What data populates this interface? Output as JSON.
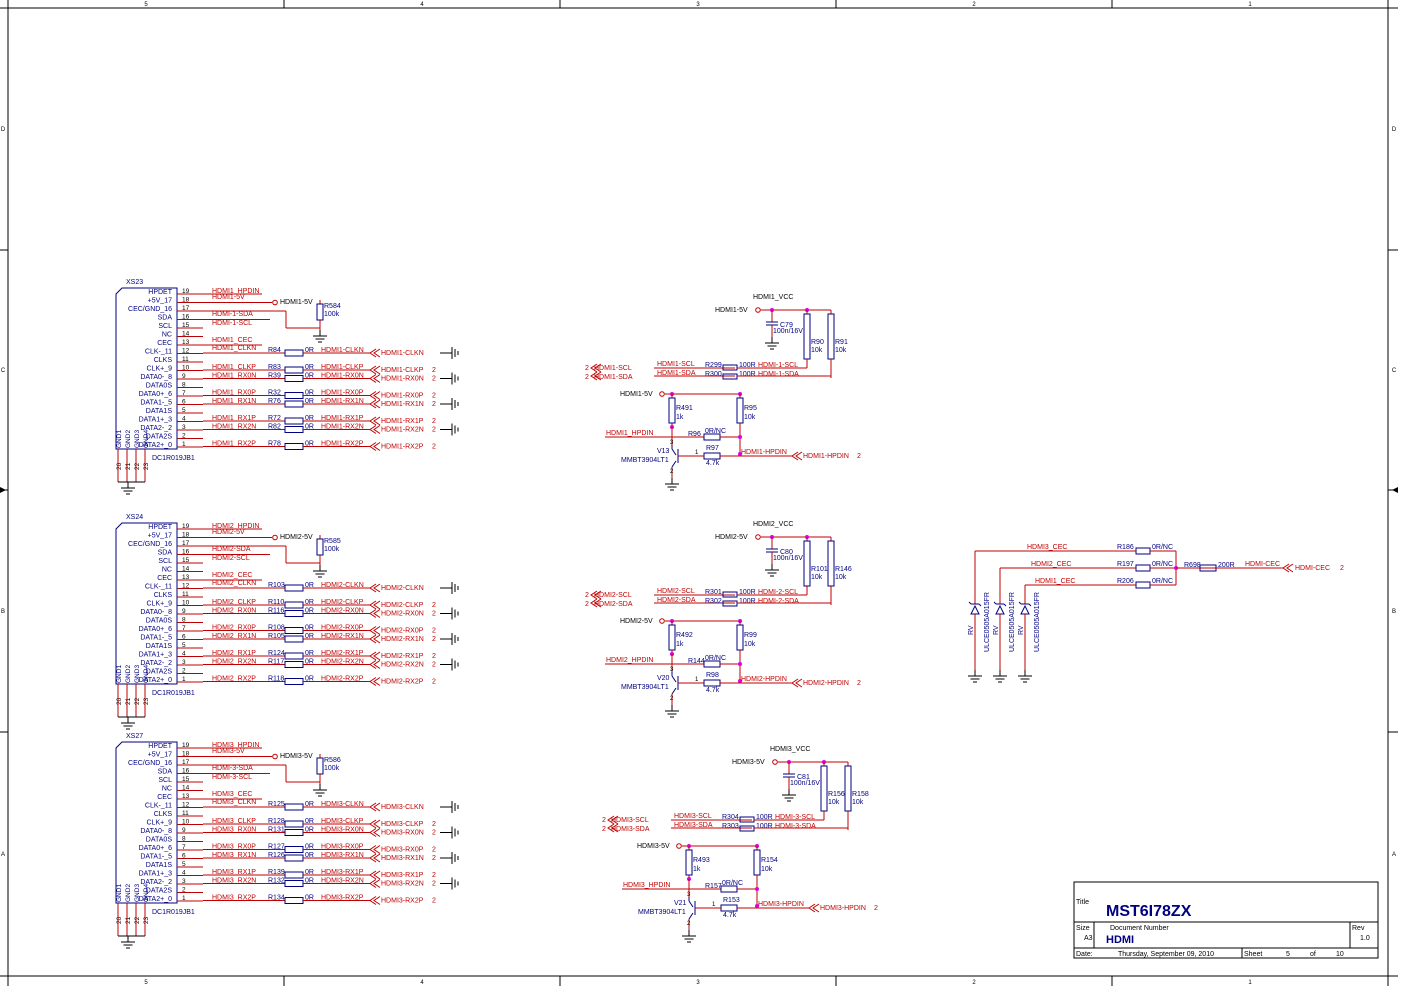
{
  "frame": {
    "col_numbers": [
      "5",
      "4",
      "3",
      "2",
      "1"
    ],
    "row_letters": [
      "D",
      "C",
      "B",
      "A"
    ]
  },
  "title_block": {
    "title_label": "Title",
    "title": "MST6I78ZX",
    "size_label": "Size",
    "size": "A3",
    "docnum_label": "Document Number",
    "docnum": "HDMI",
    "rev_label": "Rev",
    "rev": "1.0",
    "date_label": "Date:",
    "date": "Thursday, September 09, 2010",
    "sheet_label": "Sheet",
    "sheet": "5",
    "of_label": "of",
    "sheets": "10"
  },
  "pin_numbers": [
    "19",
    "18",
    "17",
    "16",
    "15",
    "14",
    "13",
    "12",
    "11",
    "10",
    "9",
    "8",
    "7",
    "6",
    "5",
    "4",
    "3",
    "2",
    "1"
  ],
  "pin_names": [
    "HPDET",
    "+5V_17",
    "CEC/GND_16",
    "SDA",
    "SCL",
    "NC",
    "CEC",
    "CLK-_11",
    "CLKS",
    "CLK+_9",
    "DATA0-_8",
    "DATA0S",
    "DATA0+_6",
    "DATA1-_5",
    "DATA1S",
    "DATA1+_3",
    "DATA2-_2",
    "DATA2S",
    "DATA2+_0"
  ],
  "gnd_pin_numbers": [
    "20",
    "21",
    "22",
    "23"
  ],
  "gnd_pin_names": [
    "GND1",
    "GND2",
    "GND3",
    "GND4"
  ],
  "part_number": "DC1R019JB1",
  "blocks": [
    {
      "ref": "XS23",
      "hpd": "HDMI1_HPDIN",
      "v5": "HDMI1-5V",
      "sda": "HDMI-1-SDA",
      "scl": "HDMI-1-SCL",
      "cec": "HDMI1_CEC",
      "clk": "HDMI1_CLKN",
      "pull_ref": "R584",
      "pull_val": "100k",
      "zero": "0R",
      "nets": [
        "HDMI1_CLKP",
        "HDMI1_RX0N",
        "HDMI1_RX0P",
        "HDMI1_RX1N",
        "HDMI1_RX1P",
        "HDMI1_RX2N",
        "HDMI1_RX2P"
      ],
      "sres": [
        "R84",
        "R83",
        "R39",
        "R32",
        "R76",
        "R72",
        "R82",
        "R78"
      ],
      "rnets": [
        "HDMI1-CLKN",
        "HDMI1-CLKP",
        "HDMI1-RX0N",
        "HDMI1-RX0P",
        "HDMI1-RX1N",
        "HDMI1-RX1P",
        "HDMI1-RX2N",
        "HDMI1-RX2P"
      ],
      "outs": [
        "HDMI1-CLKN",
        "HDMI1-CLKP",
        "HDMI1-RX0N",
        "HDMI1-RX0P",
        "HDMI1-RX1N",
        "HDMI1-RX1P",
        "HDMI1-RX2N",
        "HDMI1-RX2P"
      ],
      "page2": "2"
    },
    {
      "ref": "XS24",
      "hpd": "HDMI2_HPDIN",
      "v5": "HDMI2-5V",
      "sda": "HDMI2-SDA",
      "scl": "HDMI2-SCL",
      "cec": "HDMI2_CEC",
      "clk": "HDMI2_CLKN",
      "pull_ref": "R585",
      "pull_val": "100k",
      "zero": "0R",
      "nets": [
        "HDMI2_CLKP",
        "HDMI2_RX0N",
        "HDMI2_RX0P",
        "HDMI2_RX1N",
        "HDMI2_RX1P",
        "HDMI2_RX2N",
        "HDMI2_RX2P"
      ],
      "sres": [
        "R103",
        "R110",
        "R116",
        "R108",
        "R105",
        "R124",
        "R117",
        "R118"
      ],
      "rnets": [
        "HDMI2-CLKN",
        "HDMI2-CLKP",
        "HDMI2-RX0N",
        "HDMI2-RX0P",
        "HDMI2-RX1N",
        "HDMI2-RX1P",
        "HDMI2-RX2N",
        "HDMI2-RX2P"
      ],
      "outs": [
        "HDMI2-CLKN",
        "HDMI2-CLKP",
        "HDMI2-RX0N",
        "HDMI2-RX0P",
        "HDMI2-RX1N",
        "HDMI2-RX1P",
        "HDMI2-RX2N",
        "HDMI2-RX2P"
      ],
      "page2": "2"
    },
    {
      "ref": "XS27",
      "hpd": "HDMI3_HPDIN",
      "v5": "HDMI3-5V",
      "sda": "HDMI-3-SDA",
      "scl": "HDMI-3-SCL",
      "cec": "HDMI3_CEC",
      "clk": "HDMI3_CLKN",
      "pull_ref": "R586",
      "pull_val": "100k",
      "zero": "0R",
      "nets": [
        "HDMI3_CLKP",
        "HDMI3_RX0N",
        "HDMI3_RX0P",
        "HDMI3_RX1N",
        "HDMI3_RX1P",
        "HDMI3_RX2N",
        "HDMI3_RX2P"
      ],
      "sres": [
        "R125",
        "R128",
        "R131",
        "R127",
        "R126",
        "R139",
        "R132",
        "R134"
      ],
      "rnets": [
        "HDMI3-CLKN",
        "HDMI3-CLKP",
        "HDMI3-RX0N",
        "HDMI3-RX0P",
        "HDMI3-RX1N",
        "HDMI3-RX1P",
        "HDMI3-RX2N",
        "HDMI3-RX2P"
      ],
      "outs": [
        "HDMI3-CLKN",
        "HDMI3-CLKP",
        "HDMI3-RX0N",
        "HDMI3-RX0P",
        "HDMI3-RX1N",
        "HDMI3-RX1P",
        "HDMI3-RX2N",
        "HDMI3-RX2P"
      ],
      "page2": "2"
    }
  ],
  "ddc": [
    {
      "vcc": "HDMI1_VCC",
      "v5": "HDMI1-5V",
      "cap": "C79",
      "cap_val": "100n/16V",
      "ra": "R90",
      "rb": "R91",
      "rval": "10k",
      "scl_in": "HDMI1-SCL",
      "sda_in": "HDMI1-SDA",
      "rs1": "R299",
      "rs2": "R300",
      "rs_val": "100R",
      "scl_out": "HDMI-1-SCL",
      "sda_out": "HDMI-1-SDA",
      "pg": "2",
      "v5b": "HDMI1-5V",
      "rp1": "R491",
      "rp1v": "1k",
      "rp2": "R95",
      "rp2v": "10k",
      "hpd_in": "HDMI1_HPDIN",
      "rnc": "R96",
      "rnc_val": "0R/NC",
      "q": "V13",
      "qtype": "MMBT3904LT1",
      "rb2": "R97",
      "rb2v": "4.7k",
      "hpd_out": "HDMI1-HPDIN",
      "pg2": "2",
      "pin1": "1",
      "pin2": "2",
      "pin3": "3"
    },
    {
      "vcc": "HDMI2_VCC",
      "v5": "HDMI2-5V",
      "cap": "C80",
      "cap_val": "100n/16V",
      "ra": "R101",
      "rb": "R146",
      "rval": "10k",
      "scl_in": "HDMI2-SCL",
      "sda_in": "HDMI2-SDA",
      "rs1": "R301",
      "rs2": "R302",
      "rs_val": "100R",
      "scl_out": "HDMI-2-SCL",
      "sda_out": "HDMI-2-SDA",
      "pg": "2",
      "v5b": "HDMI2-5V",
      "rp1": "R492",
      "rp1v": "1k",
      "rp2": "R99",
      "rp2v": "10k",
      "hpd_in": "HDMI2_HPDIN",
      "rnc": "R144",
      "rnc_val": "0R/NC",
      "q": "V20",
      "qtype": "MMBT3904LT1",
      "rb2": "R98",
      "rb2v": "4.7k",
      "hpd_out": "HDMI2-HPDIN",
      "pg2": "2",
      "pin1": "1",
      "pin2": "2",
      "pin3": "3"
    },
    {
      "vcc": "HDMI3_VCC",
      "v5": "HDMI3-5V",
      "cap": "C81",
      "cap_val": "100n/16V",
      "ra": "R156",
      "rb": "R158",
      "rval": "10k",
      "scl_in": "HDMI3-SCL",
      "sda_in": "HDMI3-SDA",
      "rs1": "R304",
      "rs2": "R303",
      "rs_val": "100R",
      "scl_out": "HDMI-3-SCL",
      "sda_out": "HDMI-3-SDA",
      "pg": "2",
      "v5b": "HDMI3-5V",
      "rp1": "R493",
      "rp1v": "1k",
      "rp2": "R154",
      "rp2v": "10k",
      "hpd_in": "HDMI3_HPDIN",
      "rnc": "R157",
      "rnc_val": "0R/NC",
      "q": "V21",
      "qtype": "MMBT3904LT1",
      "rb2": "R153",
      "rb2v": "4.7k",
      "hpd_out": "HDMI3-HPDIN",
      "pg2": "2",
      "pin1": "1",
      "pin2": "2",
      "pin3": "3"
    }
  ],
  "cec": {
    "in_nets": [
      "HDMI3_CEC",
      "HDMI2_CEC",
      "HDMI1_CEC"
    ],
    "res": [
      "R186",
      "R197",
      "R206"
    ],
    "res_val": "0R/NC",
    "r698": "R698",
    "r698_val": "200R",
    "out_net": "HDMI-CEC",
    "out_page": "2",
    "tvs": [
      "RV",
      "RV",
      "RV"
    ],
    "tvs_part": "ULCE0505A015FR"
  }
}
